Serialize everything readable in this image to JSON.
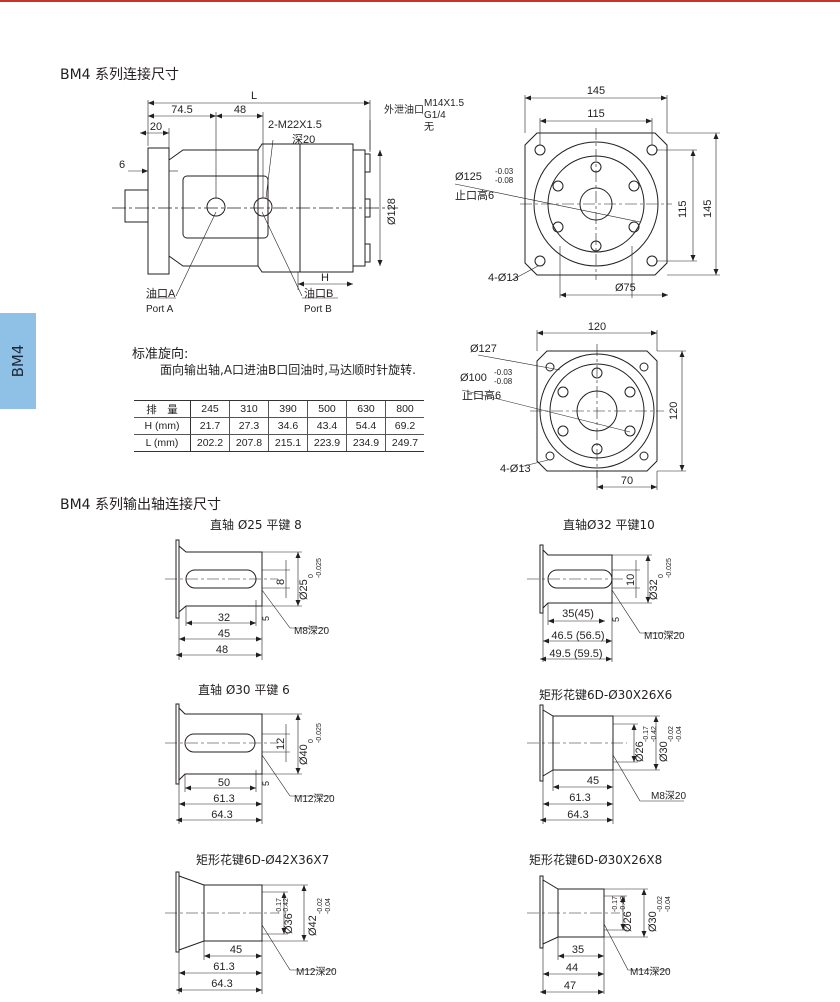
{
  "side_tab": "BM4",
  "section1_title": "BM4 系列连接尺寸",
  "section2_title": "BM4 系列输出轴连接尺寸",
  "motor": {
    "L": "L",
    "d745": "74.5",
    "d48": "48",
    "d20": "20",
    "d6": "6",
    "ports": "2-M22X1.5",
    "depth": "深20",
    "drain": "外泄油口",
    "drain_thread": "M14X1.5",
    "drain_g": "G1/4",
    "drain_none": "无",
    "d128": "Ø128",
    "H": "H",
    "portA_cn": "油口A",
    "portA_en": "Port A",
    "portB_cn": "油口B",
    "portB_en": "Port B"
  },
  "flange1": {
    "w145": "145",
    "w115": "115",
    "h115": "115",
    "h145": "145",
    "pilot": "Ø125",
    "tol_up": "-0.03",
    "tol_dn": "-0.08",
    "stop": "止口高6",
    "holes": "4-Ø13",
    "d75": "Ø75"
  },
  "flange2": {
    "w120": "120",
    "h120": "120",
    "d127": "Ø127",
    "pilot": "Ø100",
    "tol_up": "-0.03",
    "tol_dn": "-0.08",
    "stop": "止口高6",
    "holes": "4-Ø13",
    "d70": "70"
  },
  "rotation": {
    "title": "标准旋向:",
    "text": "面向输出轴,A口进油B口回油时,马达顺时针旋转."
  },
  "spec_table": {
    "rows": [
      {
        "label": "排　量",
        "values": [
          "245",
          "310",
          "390",
          "500",
          "630",
          "800"
        ]
      },
      {
        "label": "H (mm)",
        "values": [
          "21.7",
          "27.3",
          "34.6",
          "43.4",
          "54.4",
          "69.2"
        ]
      },
      {
        "label": "L (mm)",
        "values": [
          "202.2",
          "207.8",
          "215.1",
          "223.9",
          "234.9",
          "249.7"
        ]
      }
    ]
  },
  "shafts": [
    {
      "caption": "直轴 Ø25 平键 8",
      "dia": "Ø25",
      "dia_up": "0",
      "dia_dn": "-0.025",
      "key": "8",
      "x5": "5",
      "thread": "M8深20",
      "dims": [
        "32",
        "45",
        "48"
      ]
    },
    {
      "caption": "直轴Ø32 平键10",
      "dia": "Ø32",
      "dia_up": "0",
      "dia_dn": "-0.025",
      "key": "10",
      "x5": "5",
      "thread": "M10深20",
      "dims": [
        "35(45)",
        "46.5 (56.5)",
        "49.5 (59.5)"
      ]
    },
    {
      "caption": "直轴 Ø30 平键 6",
      "dia": "Ø40",
      "dia_up": "0",
      "dia_dn": "-0.025",
      "key": "12",
      "x5": "5",
      "thread": "M12深20",
      "dims": [
        "50",
        "61.3",
        "64.3"
      ]
    },
    {
      "caption": "矩形花键6D-Ø30X26X6",
      "dia": "Ø26",
      "dia_up": "-0.17",
      "dia_dn": "-0.42",
      "dia2": "Ø30",
      "dia2_up": "-0.02",
      "dia2_dn": "-0.04",
      "thread": "M8深20",
      "dims": [
        "45",
        "61.3",
        "64.3"
      ]
    },
    {
      "caption": "矩形花键6D-Ø42X36X7",
      "dia": "Ø36",
      "dia_up": "-0.17",
      "dia_dn": "-0.42",
      "dia2": "Ø42",
      "dia2_up": "-0.02",
      "dia2_dn": "-0.04",
      "thread": "M12深20",
      "dims": [
        "45",
        "61.3",
        "64.3"
      ]
    },
    {
      "caption": "矩形花键6D-Ø30X26X8",
      "dia": "Ø26",
      "dia_up": "-0.17",
      "dia_dn": "-0.42",
      "dia2": "Ø30",
      "dia2_up": "-0.02",
      "dia2_dn": "-0.04",
      "thread": "M14深20",
      "dims": [
        "35",
        "44",
        "47"
      ]
    }
  ]
}
